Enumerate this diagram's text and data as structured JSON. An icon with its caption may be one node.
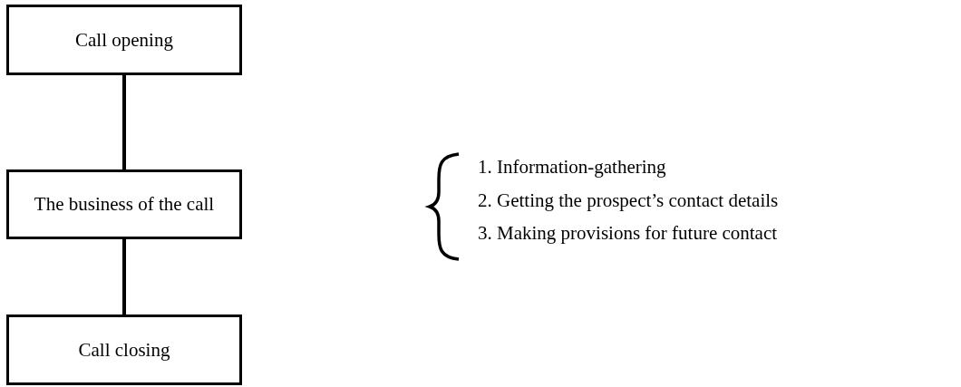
{
  "diagram": {
    "nodes": [
      {
        "text": [
          "Call opening"
        ]
      },
      {
        "text": [
          "The business of the call"
        ]
      },
      {
        "text": [
          "Call closing"
        ]
      }
    ],
    "edges": [
      {
        "from": 0,
        "to": 1,
        "arrow": "none"
      },
      {
        "from": 1,
        "to": 2,
        "arrow": "none"
      }
    ],
    "labels": [
      "1. Information-gathering",
      "2. Getting the prospect’s contact details",
      "3. Making provisions for future contact"
    ]
  }
}
